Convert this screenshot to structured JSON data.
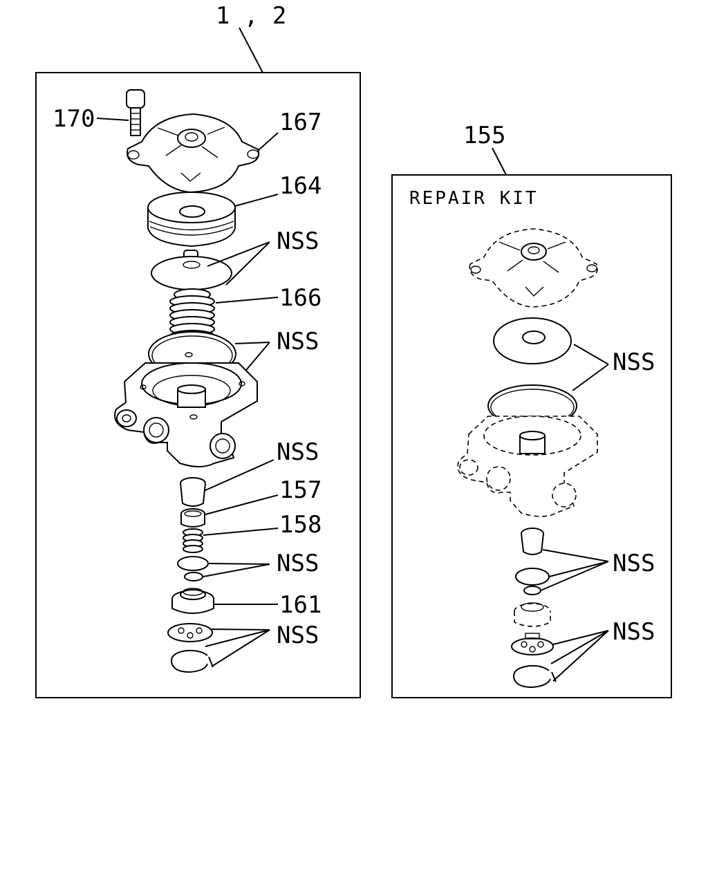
{
  "assembly": {
    "label": "1 , 2",
    "callouts": {
      "bolt": "170",
      "cover": "167",
      "diaphragm_plate": "164",
      "spring": "166",
      "nss_disc": "NSS",
      "nss_gasket": "NSS",
      "nss_valve": "NSS",
      "piston": "157",
      "spring_small": "158",
      "nss_orings": "NSS",
      "seat": "161",
      "nss_retainers": "NSS"
    }
  },
  "kit": {
    "label": "155",
    "title": "REPAIR KIT",
    "callouts": {
      "nss_gaskets": "NSS",
      "nss_valve": "NSS",
      "nss_retainers": "NSS"
    }
  }
}
